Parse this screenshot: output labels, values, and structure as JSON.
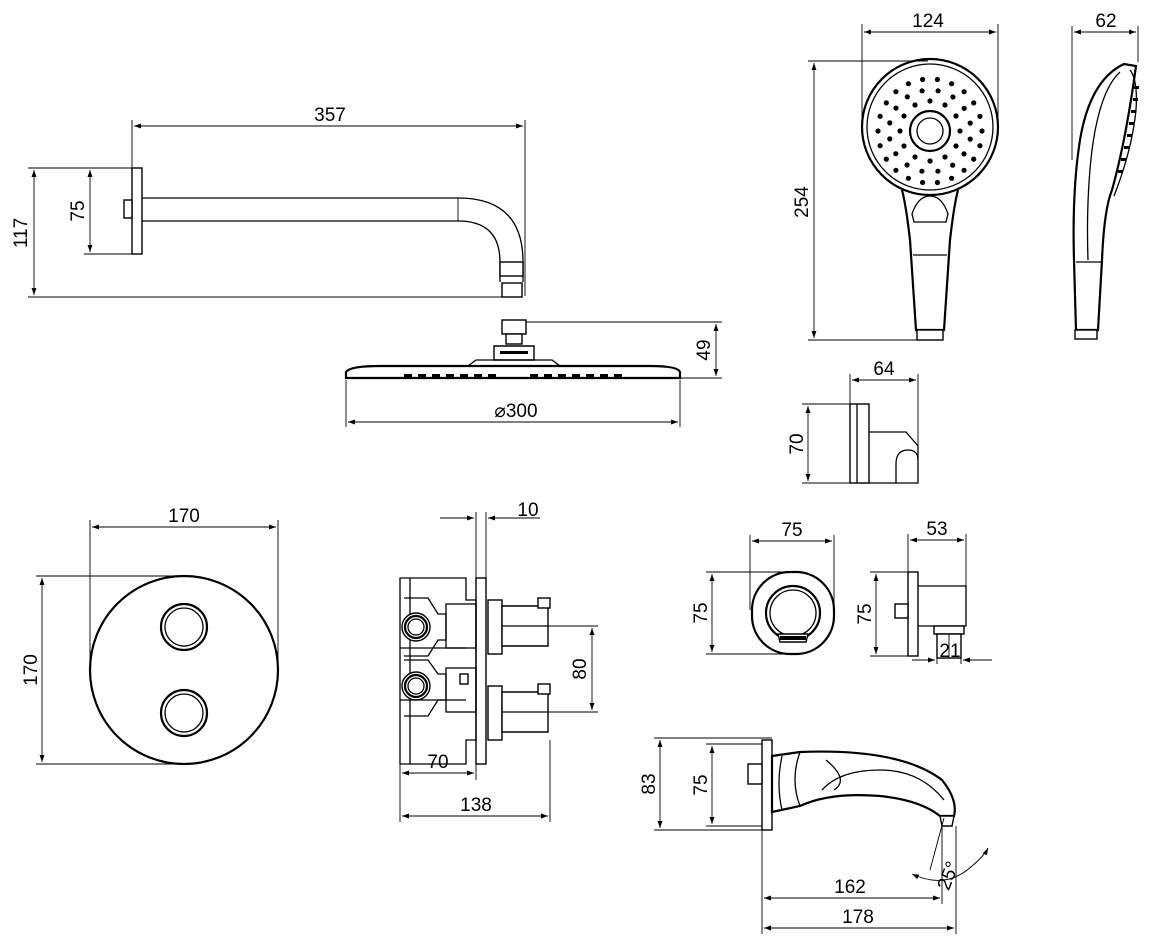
{
  "dimensions": {
    "arm_length": "357",
    "arm_height": "117",
    "arm_flange": "75",
    "head_diameter": "⌀300",
    "head_height": "49",
    "hand_width": "124",
    "hand_length": "254",
    "hand_depth": "62",
    "holder_depth": "64",
    "holder_height": "70",
    "plate_width": "170",
    "plate_height": "170",
    "valve_plate": "10",
    "valve_spacing": "80",
    "valve_body": "70",
    "valve_total": "138",
    "outlet_width": "75",
    "outlet_height": "75",
    "elbow_depth": "53",
    "elbow_height": "75",
    "elbow_outlet": "21",
    "spout_height_total": "83",
    "spout_flange": "75",
    "spout_reach_short": "162",
    "spout_reach": "178",
    "spout_angle": "25°"
  }
}
